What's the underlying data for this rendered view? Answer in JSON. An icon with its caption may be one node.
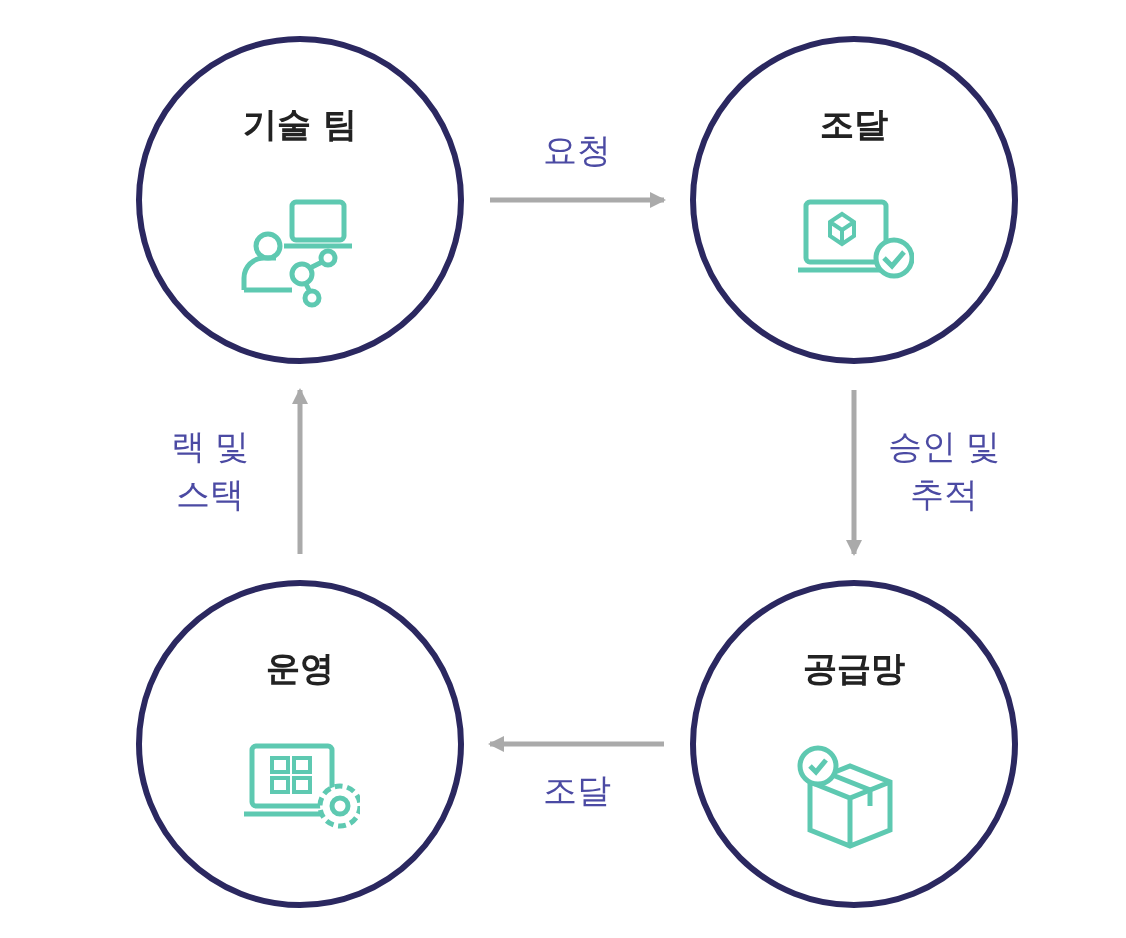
{
  "diagram": {
    "nodes": [
      {
        "text": [
          "기술 팀"
        ]
      },
      {
        "text": [
          "조달"
        ]
      },
      {
        "text": [
          "공급망"
        ]
      },
      {
        "text": [
          "운영"
        ]
      }
    ],
    "edges": [
      {
        "from": 0,
        "to": 1,
        "arrow": "to",
        "label": "요청"
      },
      {
        "from": 1,
        "to": 2,
        "arrow": "to",
        "label": "승인 및 추적"
      },
      {
        "from": 2,
        "to": 3,
        "arrow": "to",
        "label": "조달"
      },
      {
        "from": 3,
        "to": 0,
        "arrow": "to",
        "label": "랙 및 스택"
      }
    ]
  }
}
